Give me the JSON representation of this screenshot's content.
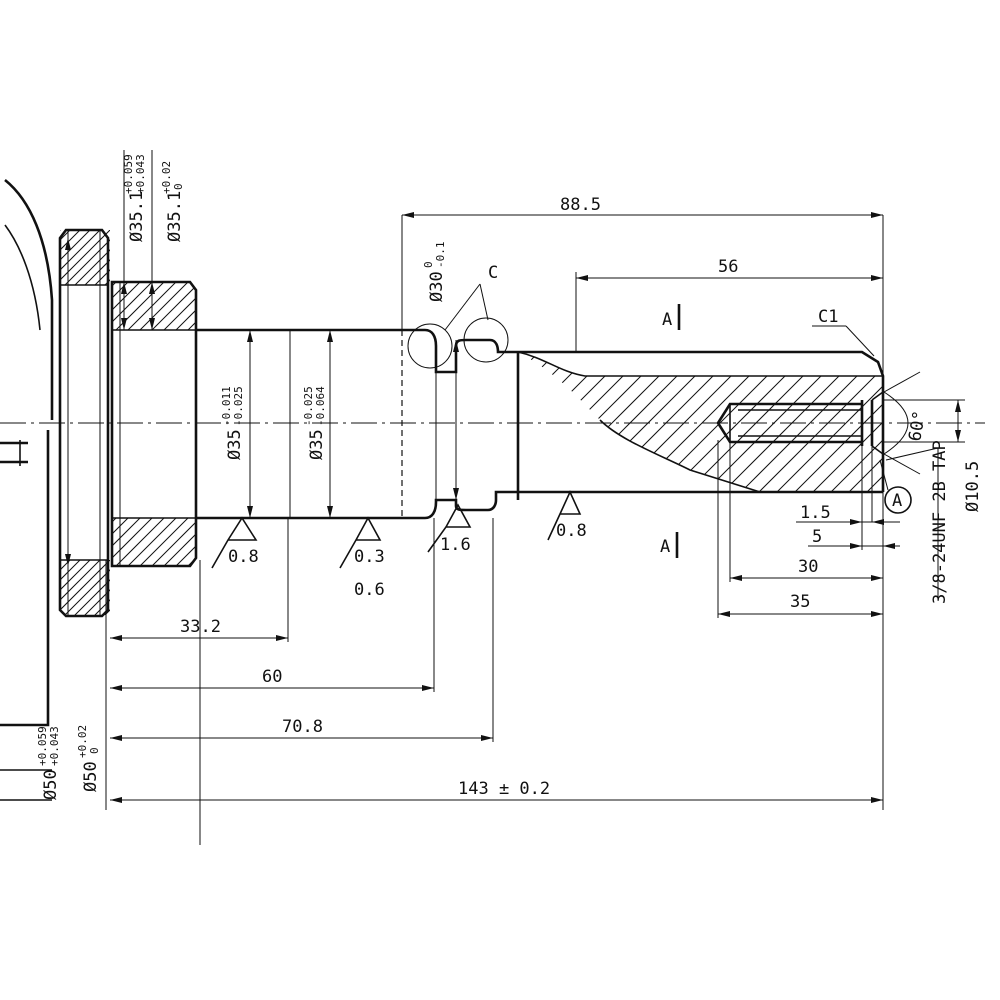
{
  "colors": {
    "ink": "#111111",
    "paper": "#ffffff"
  },
  "dims": {
    "d1": "88.5",
    "d2": "56",
    "d3": "33.2",
    "d4": "60",
    "d5": "70.8",
    "d6": "143 ± 0.2",
    "d7": "30",
    "d8": "35",
    "d9": "1.5",
    "d10": "5"
  },
  "diameters": {
    "flange_bore": {
      "base": "Ø35.1",
      "upper": "+0.059",
      "lower": "+0.043"
    },
    "flange_bore_alt": {
      "base": "Ø35.1",
      "upper": "+0.02",
      "lower": "0"
    },
    "shaft_a": {
      "base": "Ø35",
      "upper": "-0.011",
      "lower": "-0.025"
    },
    "shaft_b": {
      "base": "Ø35",
      "upper": "-0.025",
      "lower": "-0.064"
    },
    "neck": {
      "base": "Ø30",
      "upper": "0",
      "lower": "-0.1"
    },
    "hub": {
      "base": "Ø50",
      "upper": "+0.059",
      "lower": "+0.043"
    },
    "hub_alt": {
      "base": "Ø50",
      "upper": "+0.02",
      "lower": "0"
    },
    "pilot": "Ø10.5"
  },
  "roughness": {
    "r1": "0.8",
    "r2": "0.3",
    "r3": "0.6",
    "r4": "1.6",
    "r5": "0.8"
  },
  "labels": {
    "detail_c": "C",
    "chamfer": "C1",
    "angle": "60°",
    "tap": "3/8-24UNF 2B TAP",
    "section": "A",
    "view": "A"
  }
}
